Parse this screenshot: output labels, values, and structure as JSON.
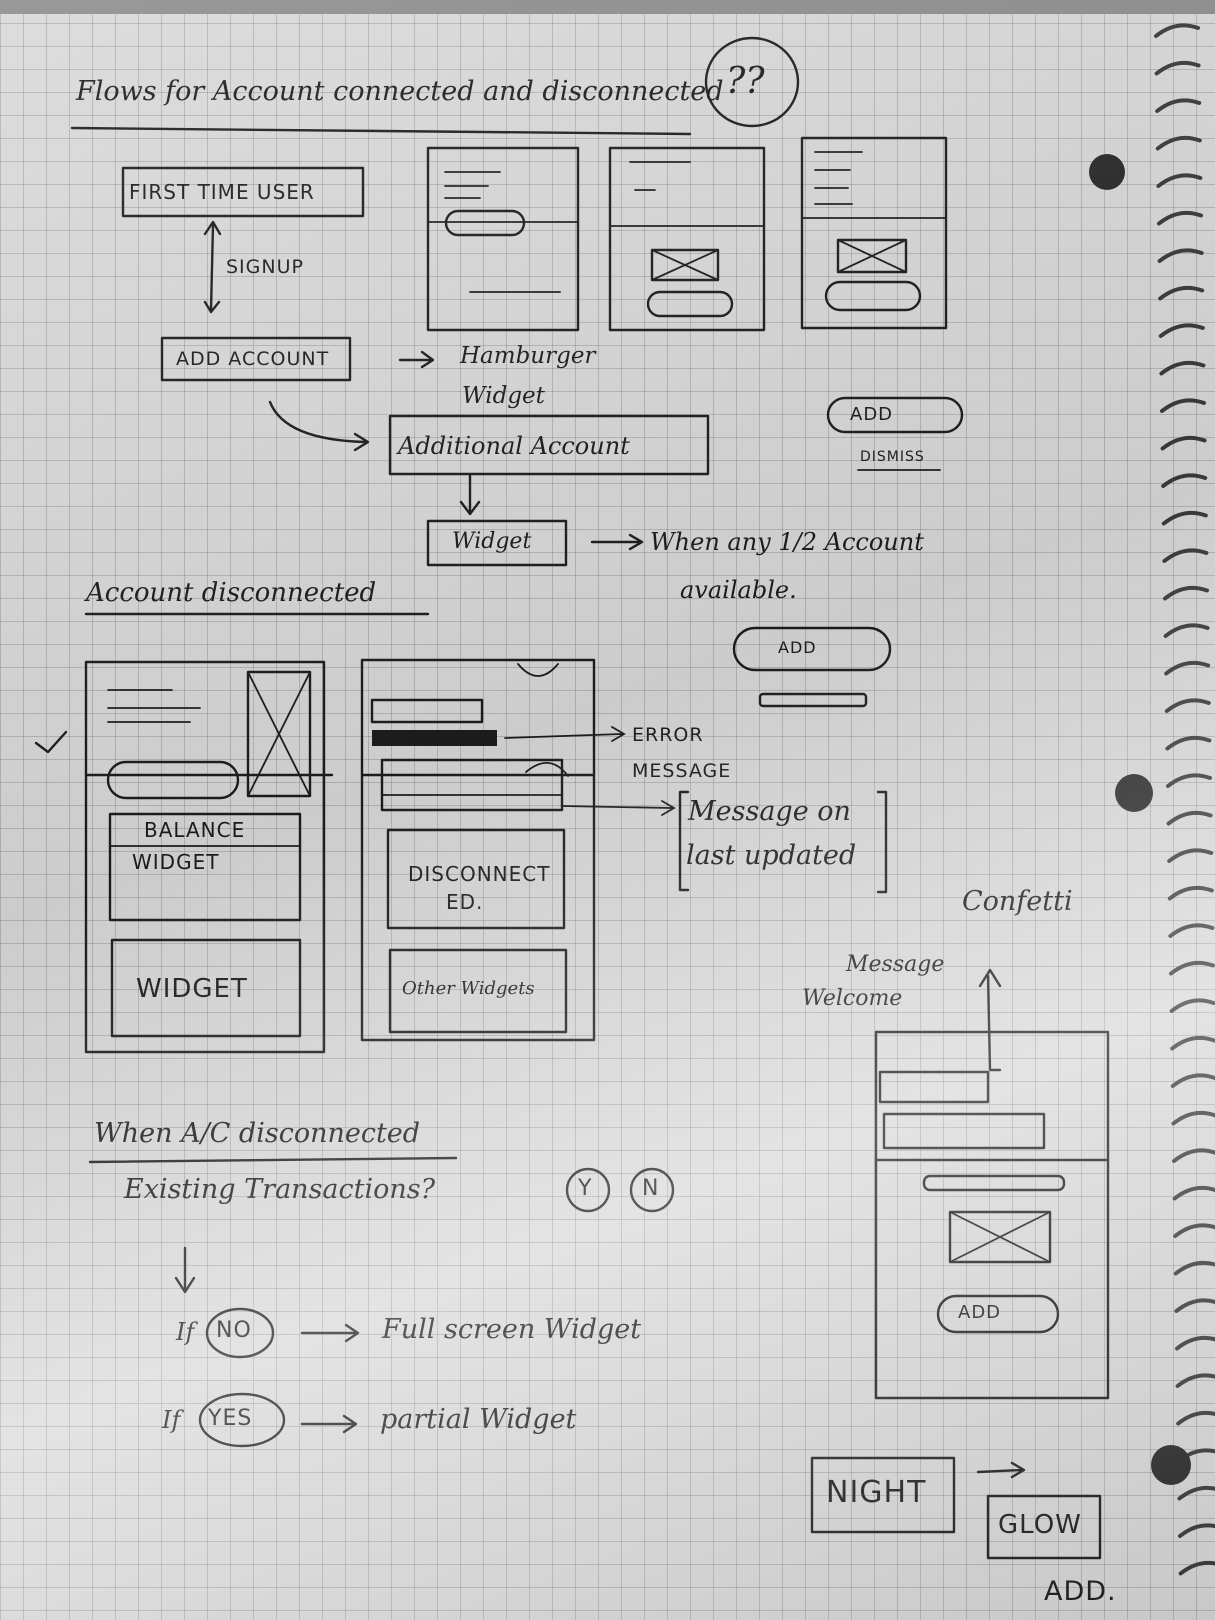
{
  "heading": {
    "text": "Flows for Account connected and disconnected",
    "badge": "??"
  },
  "flow": {
    "first_time_user": "FIRST TIME USER",
    "signup": "SIGNUP",
    "add_account": "ADD ACCOUNT",
    "hamburger_widget": [
      "Hamburger",
      "Widget"
    ],
    "additional_account": "Additional Account",
    "widget": "Widget",
    "when_note": [
      "When any 1/2 Account",
      "available."
    ],
    "add_pill": "ADD",
    "dismiss": "DISMISS",
    "add_pill_2": "ADD"
  },
  "disconnected_section": {
    "title": "Account disconnected",
    "balance_widget": [
      "BALANCE",
      "WIDGET"
    ],
    "widget": "WIDGET",
    "disconnected": [
      "DISCONNECT",
      "ED."
    ],
    "other_widgets": "Other Widgets",
    "error_message": [
      "ERROR",
      "MESSAGE"
    ],
    "last_updated": [
      "Message on",
      "last updated"
    ]
  },
  "confetti": {
    "label": "Confetti",
    "welcome_message": [
      "Message",
      "Welcome"
    ],
    "add": "ADD"
  },
  "when_ac": {
    "title": "When A/C disconnected",
    "existing": "Existing Transactions?",
    "yes_circle": "Y",
    "no_circle": "N",
    "if_label": "If",
    "no": "NO",
    "full_screen": "Full screen Widget",
    "yes": "YES",
    "partial": "partial Widget"
  },
  "bottom": {
    "night": "NIGHT",
    "glow": "GLOW",
    "add": "ADD."
  }
}
